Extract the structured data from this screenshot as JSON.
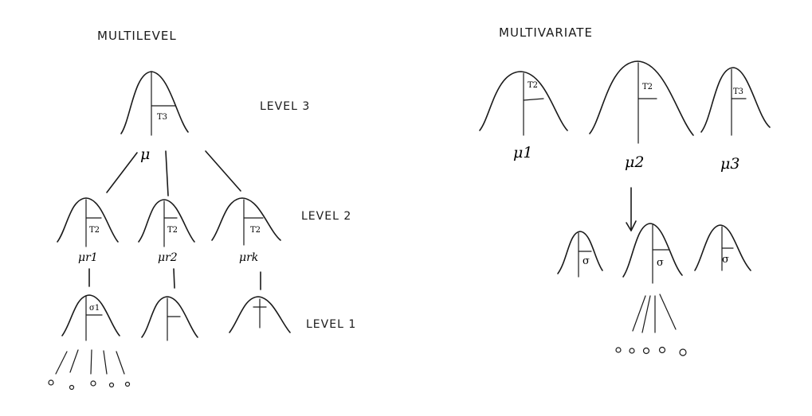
{
  "left_panel": {
    "title": "MULTILEVEL",
    "levels": {
      "level3": "LEVEL 3",
      "level2": "LEVEL 2",
      "level1": "LEVEL 1"
    },
    "top_node": {
      "param": "T3",
      "mean_label": "μ"
    },
    "mid_nodes": [
      {
        "param": "T2",
        "mean_label": "μr1"
      },
      {
        "param": "T2",
        "mean_label": "μr2"
      },
      {
        "param": "T2",
        "mean_label": "μrk"
      }
    ],
    "bottom_nodes": [
      {
        "param": "σ1"
      },
      {
        "param": ""
      },
      {
        "param": ""
      }
    ]
  },
  "right_panel": {
    "title": "MULTIVARIATE",
    "top_nodes": [
      {
        "param": "T2",
        "mean_label": "μ1"
      },
      {
        "param": "T2",
        "mean_label": "μ2"
      },
      {
        "param": "T3",
        "mean_label": "μ3"
      }
    ],
    "bottom_nodes": [
      {
        "param": "σ"
      },
      {
        "param": "σ"
      },
      {
        "param": "σ"
      }
    ]
  }
}
